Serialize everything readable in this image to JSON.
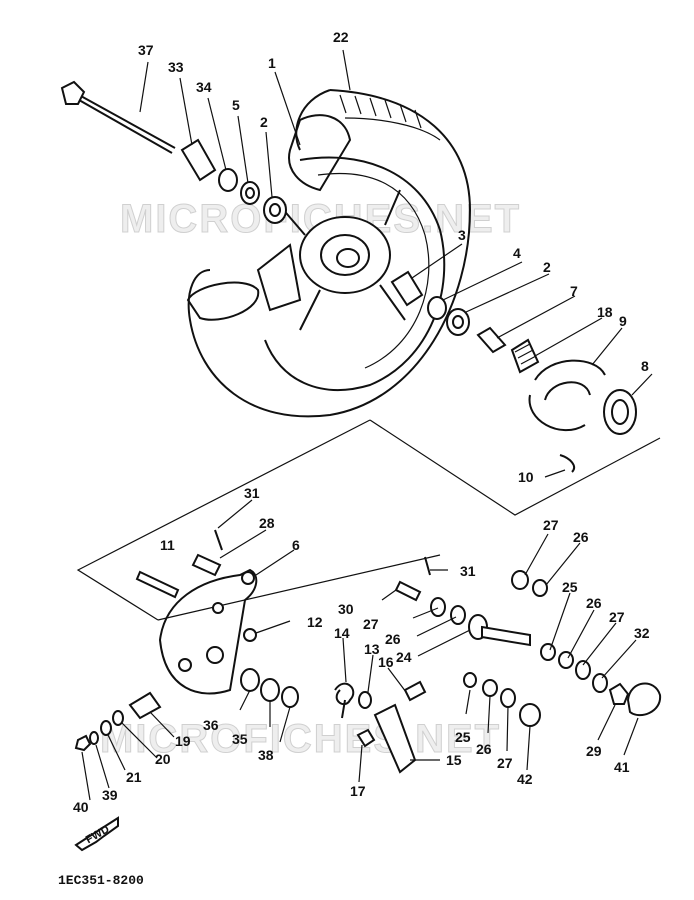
{
  "watermarks": [
    "MICROFICHES.NET",
    "MICROFICHES.NET"
  ],
  "footer_code": "1EC351-8200",
  "fwd_label": "FWD",
  "callouts": [
    "37",
    "33",
    "34",
    "5",
    "2",
    "1",
    "22",
    "3",
    "4",
    "2",
    "7",
    "18",
    "9",
    "8",
    "10",
    "31",
    "28",
    "11",
    "6",
    "31",
    "27",
    "26",
    "30",
    "25",
    "26",
    "27",
    "32",
    "27",
    "26",
    "12",
    "14",
    "13",
    "16",
    "24",
    "36",
    "35",
    "38",
    "19",
    "20",
    "21",
    "39",
    "40",
    "17",
    "15",
    "25",
    "26",
    "27",
    "42",
    "29",
    "41"
  ]
}
